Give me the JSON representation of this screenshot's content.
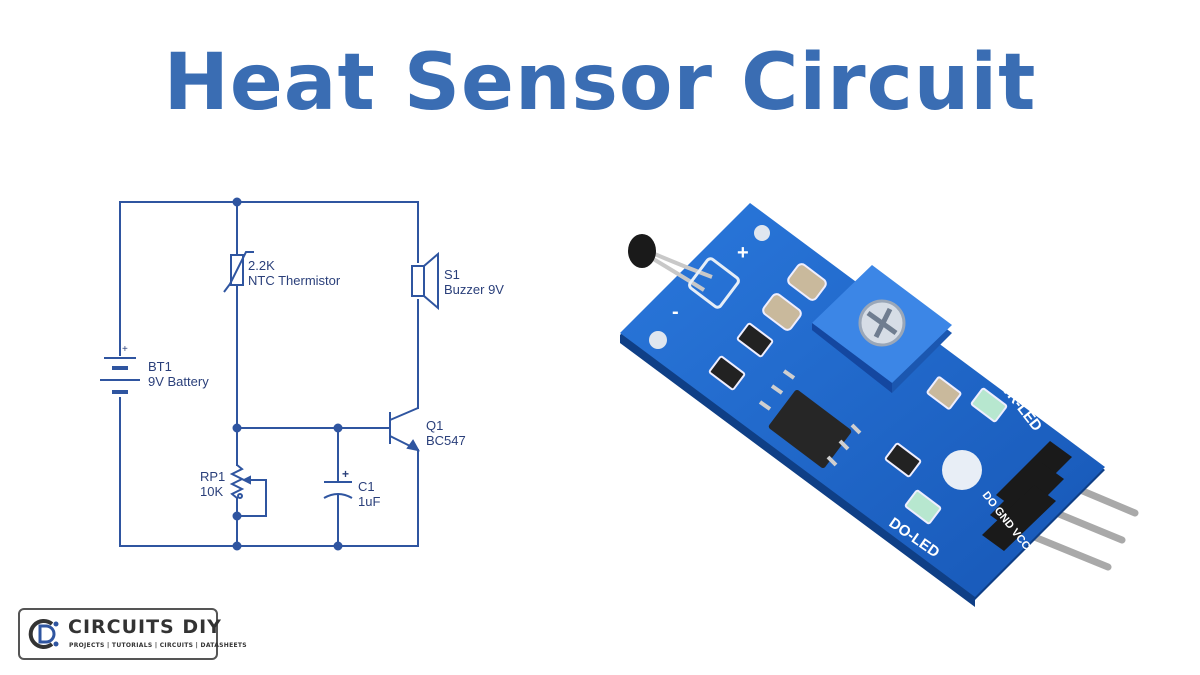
{
  "title": "Heat Sensor Circuit",
  "colors": {
    "title": "#3a6db3",
    "wire": "#2f55a0",
    "label": "#2a3f7a",
    "pcb": "#1d63c9",
    "pcb_dark": "#134a9c",
    "pot": "#2a73d6",
    "pin": "#b9b9b9",
    "logo_dark": "#333333",
    "logo_accent": "#2f55a0"
  },
  "schematic": {
    "battery": {
      "ref": "BT1",
      "value": "9V Battery",
      "plus": "+"
    },
    "thermistor": {
      "ref": "2.2K",
      "value": "NTC Thermistor"
    },
    "buzzer": {
      "ref": "S1",
      "value": "Buzzer 9V"
    },
    "transistor": {
      "ref": "Q1",
      "value": "BC547"
    },
    "potentiometer": {
      "ref": "RP1",
      "value": "10K"
    },
    "capacitor": {
      "ref": "C1",
      "value": "1uF",
      "plus": "+"
    }
  },
  "module": {
    "plus_top": "+",
    "minus_top": "-",
    "pwr_led": "PWR-LED",
    "do_led": "DO-LED",
    "pins_label": "DO GND VCC"
  },
  "logo": {
    "name": "CIRCUITS DIY",
    "tagline": "PROJECTS | TUTORIALS | CIRCUITS | DATASHEETS"
  }
}
